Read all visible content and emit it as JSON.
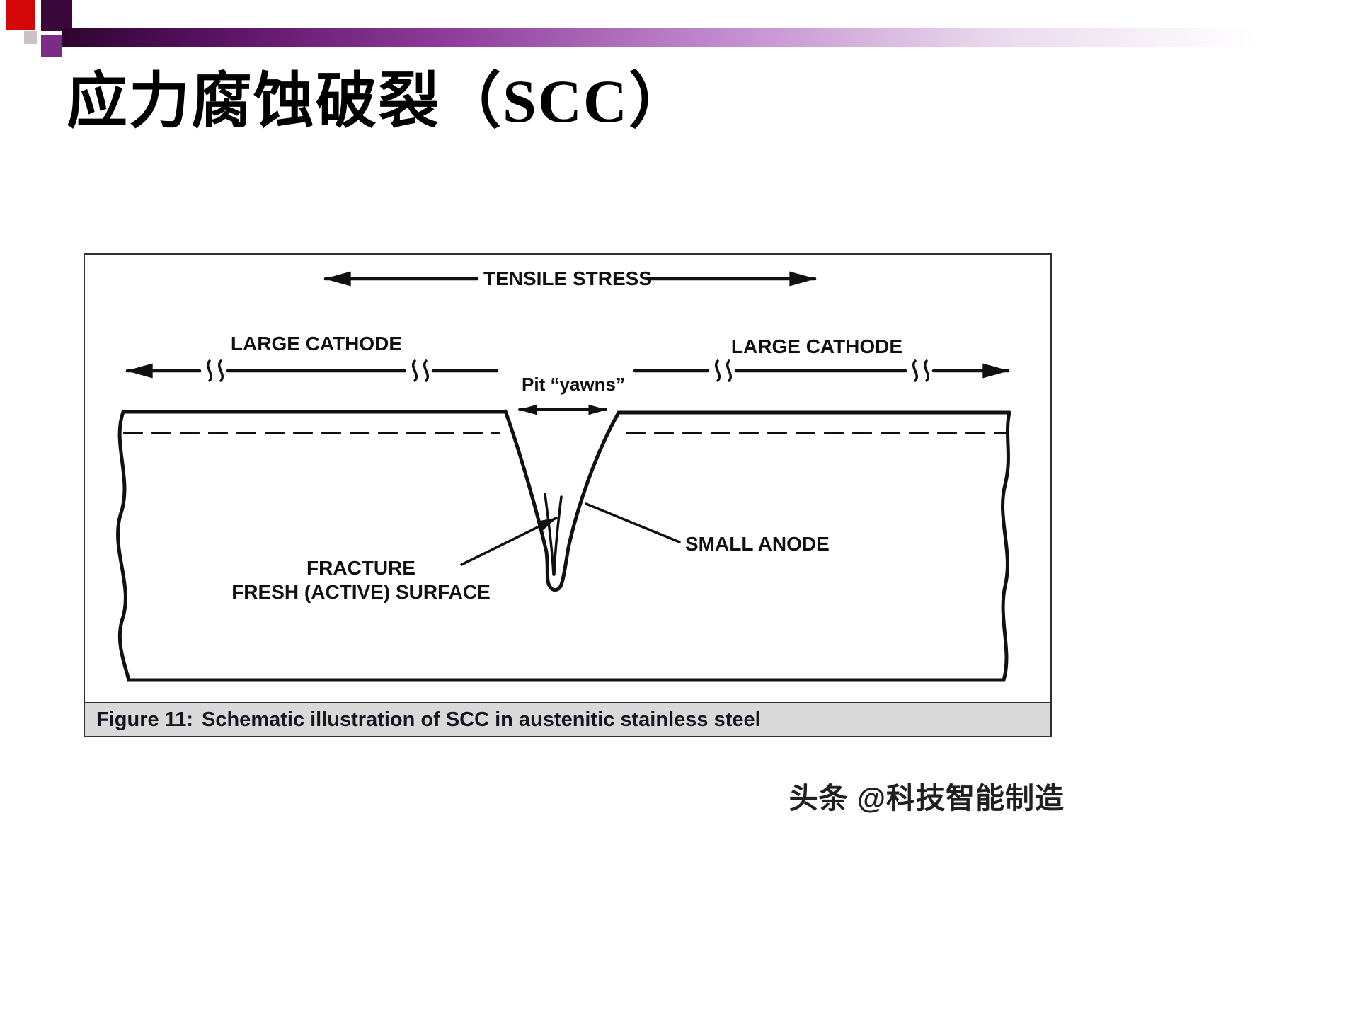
{
  "slide": {
    "title": "应力腐蚀破裂（SCC）",
    "watermark": "头条 @科技智能制造"
  },
  "figure": {
    "caption": {
      "prefix": "Figure 11:",
      "text": "Schematic illustration of SCC in austenitic stainless steel"
    },
    "labels": {
      "tensile_stress": "TENSILE STRESS",
      "large_cathode_left": "LARGE CATHODE",
      "large_cathode_right": "LARGE CATHODE",
      "pit_yawns": "Pit “yawns”",
      "small_anode": "SMALL ANODE",
      "fracture": "FRACTURE",
      "fresh_surface": "FRESH (ACTIVE) SURFACE"
    }
  },
  "colors": {
    "accent_dark_purple": "#3a083a",
    "accent_red": "#d40808",
    "accent_purple": "#7b2d86",
    "diagram_ink": "#111111",
    "caption_bg": "#d9d9d9"
  }
}
